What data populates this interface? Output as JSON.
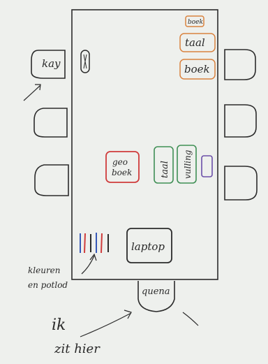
{
  "colors": {
    "paper": "#eef0ed",
    "ink": "#2b2b2b",
    "orange": "#d9823f",
    "red": "#cf3b3b",
    "green": "#3f8f55",
    "purple": "#6b4fa8",
    "blue": "#3658b8"
  },
  "table": {
    "items_top_right": {
      "small_box": "boek",
      "taal": "taal",
      "boek": "boek"
    },
    "geo_boek": {
      "line1": "geo",
      "line2": "boek"
    },
    "green_taal": "taal",
    "green_vulling": "vulling",
    "laptop": "laptop"
  },
  "chairs": {
    "left_top_label": "kay",
    "bottom_label": "quena"
  },
  "annotations": {
    "pencils_line1": "kleuren",
    "pencils_line2": "en potlod",
    "sit_line1": "ik",
    "sit_line2": "zit hier"
  },
  "icons": {
    "pencil": "pencil-icon",
    "pencil_set": "colored-pencils-icon"
  }
}
